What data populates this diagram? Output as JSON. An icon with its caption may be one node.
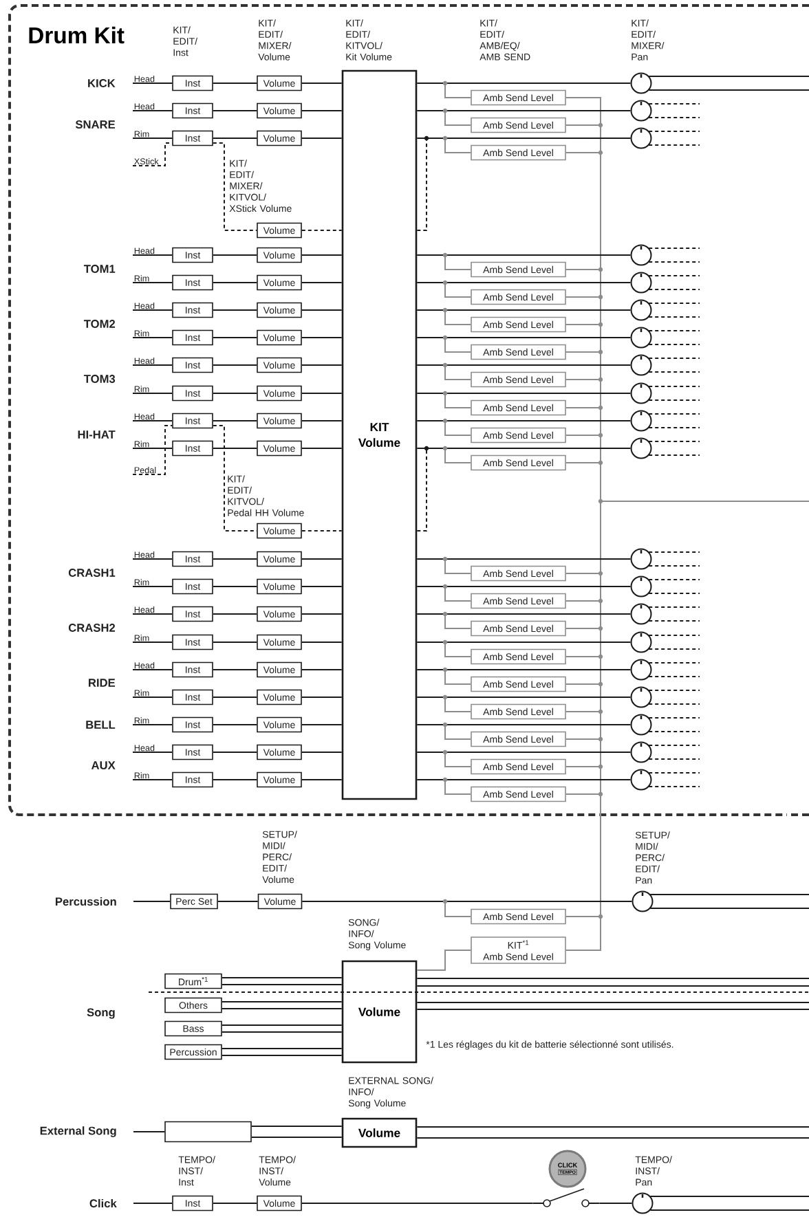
{
  "diagram": {
    "nodes": [
      {
        "text": [
          "Drum Kit"
        ]
      },
      {
        "text": [
          "KIT Volume"
        ],
        "in": 0
      },
      {
        "text": [
          "Head"
        ],
        "in": 0
      },
      {
        "text": [
          "Inst"
        ],
        "in": 0
      },
      {
        "text": [
          "Volume"
        ],
        "in": 0
      },
      {
        "text": [
          "Amb Send Level"
        ],
        "in": 0
      },
      {
        "text": [],
        "shape": "circle",
        "in": 0
      },
      {
        "text": [
          "Head"
        ],
        "in": 0
      },
      {
        "text": [
          "Inst"
        ],
        "in": 0
      },
      {
        "text": [
          "Volume"
        ],
        "in": 0
      },
      {
        "text": [
          "Amb Send Level"
        ],
        "in": 0
      },
      {
        "text": [],
        "shape": "circle",
        "in": 0
      },
      {
        "text": [
          "Rim"
        ],
        "in": 0
      },
      {
        "text": [
          "Inst"
        ],
        "in": 0
      },
      {
        "text": [
          "Volume"
        ],
        "in": 0
      },
      {
        "text": [
          "Amb Send Level"
        ],
        "in": 0
      },
      {
        "text": [],
        "shape": "circle",
        "in": 0
      },
      {
        "text": [
          "Head"
        ],
        "in": 0
      },
      {
        "text": [
          "Inst"
        ],
        "in": 0
      },
      {
        "text": [
          "Volume"
        ],
        "in": 0
      },
      {
        "text": [
          "Amb Send Level"
        ],
        "in": 0
      },
      {
        "text": [],
        "shape": "circle",
        "in": 0
      },
      {
        "text": [
          "Rim"
        ],
        "in": 0
      },
      {
        "text": [
          "Inst"
        ],
        "in": 0
      },
      {
        "text": [
          "Volume"
        ],
        "in": 0
      },
      {
        "text": [
          "Amb Send Level"
        ],
        "in": 0
      },
      {
        "text": [],
        "shape": "circle",
        "in": 0
      },
      {
        "text": [
          "Head"
        ],
        "in": 0
      },
      {
        "text": [
          "Inst"
        ],
        "in": 0
      },
      {
        "text": [
          "Volume"
        ],
        "in": 0
      },
      {
        "text": [
          "Amb Send Level"
        ],
        "in": 0
      },
      {
        "text": [],
        "shape": "circle",
        "in": 0
      },
      {
        "text": [
          "Rim"
        ],
        "in": 0
      },
      {
        "text": [
          "Inst"
        ],
        "in": 0
      },
      {
        "text": [
          "Volume"
        ],
        "in": 0
      },
      {
        "text": [
          "Amb Send Level"
        ],
        "in": 0
      },
      {
        "text": [],
        "shape": "circle",
        "in": 0
      },
      {
        "text": [
          "Head"
        ],
        "in": 0
      },
      {
        "text": [
          "Inst"
        ],
        "in": 0
      },
      {
        "text": [
          "Volume"
        ],
        "in": 0
      },
      {
        "text": [
          "Amb Send Level"
        ],
        "in": 0
      },
      {
        "text": [],
        "shape": "circle",
        "in": 0
      },
      {
        "text": [
          "Rim"
        ],
        "in": 0
      },
      {
        "text": [
          "Inst"
        ],
        "in": 0
      },
      {
        "text": [
          "Volume"
        ],
        "in": 0
      },
      {
        "text": [
          "Amb Send Level"
        ],
        "in": 0
      },
      {
        "text": [],
        "shape": "circle",
        "in": 0
      },
      {
        "text": [
          "Head"
        ],
        "in": 0
      },
      {
        "text": [
          "Inst"
        ],
        "in": 0
      },
      {
        "text": [
          "Volume"
        ],
        "in": 0
      },
      {
        "text": [
          "Amb Send Level"
        ],
        "in": 0
      },
      {
        "text": [],
        "shape": "circle",
        "in": 0
      },
      {
        "text": [
          "Rim"
        ],
        "in": 0
      },
      {
        "text": [
          "Inst"
        ],
        "in": 0
      },
      {
        "text": [
          "Volume"
        ],
        "in": 0
      },
      {
        "text": [
          "Amb Send Level"
        ],
        "in": 0
      },
      {
        "text": [],
        "shape": "circle",
        "in": 0
      },
      {
        "text": [
          "Head"
        ],
        "in": 0
      },
      {
        "text": [
          "Inst"
        ],
        "in": 0
      },
      {
        "text": [
          "Volume"
        ],
        "in": 0
      },
      {
        "text": [
          "Amb Send Level"
        ],
        "in": 0
      },
      {
        "text": [],
        "shape": "circle",
        "in": 0
      },
      {
        "text": [
          "Rim"
        ],
        "in": 0
      },
      {
        "text": [
          "Inst"
        ],
        "in": 0
      },
      {
        "text": [
          "Volume"
        ],
        "in": 0
      },
      {
        "text": [
          "Amb Send Level"
        ],
        "in": 0
      },
      {
        "text": [],
        "shape": "circle",
        "in": 0
      },
      {
        "text": [
          "Head"
        ],
        "in": 0
      },
      {
        "text": [
          "Inst"
        ],
        "in": 0
      },
      {
        "text": [
          "Volume"
        ],
        "in": 0
      },
      {
        "text": [
          "Amb Send Level"
        ],
        "in": 0
      },
      {
        "text": [],
        "shape": "circle",
        "in": 0
      },
      {
        "text": [
          "Rim"
        ],
        "in": 0
      },
      {
        "text": [
          "Inst"
        ],
        "in": 0
      },
      {
        "text": [
          "Volume"
        ],
        "in": 0
      },
      {
        "text": [
          "Amb Send Level"
        ],
        "in": 0
      },
      {
        "text": [],
        "shape": "circle",
        "in": 0
      },
      {
        "text": [
          "Head"
        ],
        "in": 0
      },
      {
        "text": [
          "Inst"
        ],
        "in": 0
      },
      {
        "text": [
          "Volume"
        ],
        "in": 0
      },
      {
        "text": [
          "Amb Send Level"
        ],
        "in": 0
      },
      {
        "text": [],
        "shape": "circle",
        "in": 0
      },
      {
        "text": [
          "Rim"
        ],
        "in": 0
      },
      {
        "text": [
          "Inst"
        ],
        "in": 0
      },
      {
        "text": [
          "Volume"
        ],
        "in": 0
      },
      {
        "text": [
          "Amb Send Level"
        ],
        "in": 0
      },
      {
        "text": [],
        "shape": "circle",
        "in": 0
      },
      {
        "text": [
          "Rim"
        ],
        "in": 0
      },
      {
        "text": [
          "Inst"
        ],
        "in": 0
      },
      {
        "text": [
          "Volume"
        ],
        "in": 0
      },
      {
        "text": [
          "Amb Send Level"
        ],
        "in": 0
      },
      {
        "text": [],
        "shape": "circle",
        "in": 0
      },
      {
        "text": [
          "Head"
        ],
        "in": 0
      },
      {
        "text": [
          "Inst"
        ],
        "in": 0
      },
      {
        "text": [
          "Volume"
        ],
        "in": 0
      },
      {
        "text": [
          "Amb Send Level"
        ],
        "in": 0
      },
      {
        "text": [],
        "shape": "circle",
        "in": 0
      },
      {
        "text": [
          "Rim"
        ],
        "in": 0
      },
      {
        "text": [
          "Inst"
        ],
        "in": 0
      },
      {
        "text": [
          "Volume"
        ],
        "in": 0
      },
      {
        "text": [
          "Amb Send Level"
        ],
        "in": 0
      },
      {
        "text": [],
        "shape": "circle",
        "in": 0
      },
      {
        "text": [
          "XStick"
        ],
        "in": 0
      },
      {
        "text": [
          "Volume"
        ],
        "in": 0
      },
      {
        "text": [
          "Pedal"
        ],
        "in": 0
      },
      {
        "text": [
          "Volume"
        ],
        "in": 0
      },
      {
        "text": [
          "Percussion"
        ]
      },
      {
        "text": [
          "Perc Set"
        ]
      },
      {
        "text": [
          "Volume"
        ]
      },
      {
        "text": [
          "Amb Send Level"
        ]
      },
      {
        "text": [],
        "shape": "circle"
      },
      {
        "text": [
          "Drum$^{*1}$"
        ]
      },
      {
        "text": [
          "Others"
        ]
      },
      {
        "text": [
          "Bass"
        ]
      },
      {
        "text": [
          "Percussion"
        ]
      },
      {
        "text": [
          "Volume"
        ]
      },
      {
        "text": [
          "KIT$^{*1}$",
          "Amb Send Level"
        ]
      },
      {
        "text": [
          "External Song"
        ]
      },
      {
        "text": [],
        "shape": "box"
      },
      {
        "text": [
          "Volume"
        ]
      },
      {
        "text": [
          "Click"
        ]
      },
      {
        "text": [
          "Inst"
        ]
      },
      {
        "text": [
          "Volume"
        ]
      },
      {
        "text": [],
        "shape": "switch"
      },
      {
        "text": [
          "CLICK",
          "TEMPO"
        ]
      },
      {
        "text": [],
        "shape": "circle"
      }
    ],
    "edges": [
      {
        "from": 2,
        "to": 3,
        "arrow": "none"
      },
      {
        "from": 3,
        "to": 4,
        "arrow": "none"
      },
      {
        "from": 4,
        "to": 1,
        "arrow": "none"
      },
      {
        "from": 1,
        "to": 6,
        "arrow": "none"
      },
      {
        "from": 1,
        "to": 5,
        "arrow": "none",
        "color": "#8c8c8c"
      },
      {
        "from": 5,
        "to": null,
        "arrow": "none",
        "color": "#8c8c8c"
      },
      {
        "from": 6,
        "to": null,
        "arrow": "none"
      },
      {
        "from": 6,
        "to": null,
        "arrow": "none"
      },
      {
        "from": 7,
        "to": 8,
        "arrow": "none"
      },
      {
        "from": 8,
        "to": 9,
        "arrow": "none"
      },
      {
        "from": 9,
        "to": 1,
        "arrow": "none"
      },
      {
        "from": 1,
        "to": 11,
        "arrow": "none"
      },
      {
        "from": 1,
        "to": 10,
        "arrow": "none",
        "color": "#8c8c8c"
      },
      {
        "from": 10,
        "to": null,
        "arrow": "none",
        "color": "#8c8c8c"
      },
      {
        "from": 11,
        "to": null,
        "arrow": "none",
        "style": "dashed"
      },
      {
        "from": 11,
        "to": null,
        "arrow": "none",
        "style": "dashed"
      },
      {
        "from": 12,
        "to": 13,
        "arrow": "none"
      },
      {
        "from": 13,
        "to": 14,
        "arrow": "none"
      },
      {
        "from": 14,
        "to": 1,
        "arrow": "none"
      },
      {
        "from": 1,
        "to": 16,
        "arrow": "none"
      },
      {
        "from": 1,
        "to": 15,
        "arrow": "none",
        "color": "#8c8c8c"
      },
      {
        "from": 15,
        "to": null,
        "arrow": "none",
        "color": "#8c8c8c"
      },
      {
        "from": 16,
        "to": null,
        "arrow": "none",
        "style": "dashed"
      },
      {
        "from": 16,
        "to": null,
        "arrow": "none",
        "style": "dashed"
      },
      {
        "from": 17,
        "to": 18,
        "arrow": "none"
      },
      {
        "from": 18,
        "to": 19,
        "arrow": "none"
      },
      {
        "from": 19,
        "to": 1,
        "arrow": "none"
      },
      {
        "from": 1,
        "to": 21,
        "arrow": "none"
      },
      {
        "from": 1,
        "to": 20,
        "arrow": "none",
        "color": "#8c8c8c"
      },
      {
        "from": 20,
        "to": null,
        "arrow": "none",
        "color": "#8c8c8c"
      },
      {
        "from": 21,
        "to": null,
        "arrow": "none",
        "style": "dashed"
      },
      {
        "from": 21,
        "to": null,
        "arrow": "none",
        "style": "dashed"
      },
      {
        "from": 22,
        "to": 23,
        "arrow": "none"
      },
      {
        "from": 23,
        "to": 24,
        "arrow": "none"
      },
      {
        "from": 24,
        "to": 1,
        "arrow": "none"
      },
      {
        "from": 1,
        "to": 26,
        "arrow": "none"
      },
      {
        "from": 1,
        "to": 25,
        "arrow": "none",
        "color": "#8c8c8c"
      },
      {
        "from": 25,
        "to": null,
        "arrow": "none",
        "color": "#8c8c8c"
      },
      {
        "from": 26,
        "to": null,
        "arrow": "none",
        "style": "dashed"
      },
      {
        "from": 26,
        "to": null,
        "arrow": "none",
        "style": "dashed"
      },
      {
        "from": 27,
        "to": 28,
        "arrow": "none"
      },
      {
        "from": 28,
        "to": 29,
        "arrow": "none"
      },
      {
        "from": 29,
        "to": 1,
        "arrow": "none"
      },
      {
        "from": 1,
        "to": 31,
        "arrow": "none"
      },
      {
        "from": 1,
        "to": 30,
        "arrow": "none",
        "color": "#8c8c8c"
      },
      {
        "from": 30,
        "to": null,
        "arrow": "none",
        "color": "#8c8c8c"
      },
      {
        "from": 31,
        "to": null,
        "arrow": "none",
        "style": "dashed"
      },
      {
        "from": 31,
        "to": null,
        "arrow": "none",
        "style": "dashed"
      },
      {
        "from": 32,
        "to": 33,
        "arrow": "none"
      },
      {
        "from": 33,
        "to": 34,
        "arrow": "none"
      },
      {
        "from": 34,
        "to": 1,
        "arrow": "none"
      },
      {
        "from": 1,
        "to": 36,
        "arrow": "none"
      },
      {
        "from": 1,
        "to": 35,
        "arrow": "none",
        "color": "#8c8c8c"
      },
      {
        "from": 35,
        "to": null,
        "arrow": "none",
        "color": "#8c8c8c"
      },
      {
        "from": 36,
        "to": null,
        "arrow": "none",
        "style": "dashed"
      },
      {
        "from": 36,
        "to": null,
        "arrow": "none",
        "style": "dashed"
      },
      {
        "from": 37,
        "to": 38,
        "arrow": "none"
      },
      {
        "from": 38,
        "to": 39,
        "arrow": "none"
      },
      {
        "from": 39,
        "to": 1,
        "arrow": "none"
      },
      {
        "from": 1,
        "to": 41,
        "arrow": "none"
      },
      {
        "from": 1,
        "to": 40,
        "arrow": "none",
        "color": "#8c8c8c"
      },
      {
        "from": 40,
        "to": null,
        "arrow": "none",
        "color": "#8c8c8c"
      },
      {
        "from": 41,
        "to": null,
        "arrow": "none",
        "style": "dashed"
      },
      {
        "from": 41,
        "to": null,
        "arrow": "none",
        "style": "dashed"
      },
      {
        "from": 42,
        "to": 43,
        "arrow": "none"
      },
      {
        "from": 43,
        "to": 44,
        "arrow": "none"
      },
      {
        "from": 44,
        "to": 1,
        "arrow": "none"
      },
      {
        "from": 1,
        "to": 46,
        "arrow": "none"
      },
      {
        "from": 1,
        "to": 45,
        "arrow": "none",
        "color": "#8c8c8c"
      },
      {
        "from": 45,
        "to": null,
        "arrow": "none",
        "color": "#8c8c8c"
      },
      {
        "from": 46,
        "to": null,
        "arrow": "none",
        "style": "dashed"
      },
      {
        "from": 46,
        "to": null,
        "arrow": "none",
        "style": "dashed"
      },
      {
        "from": 47,
        "to": 48,
        "arrow": "none"
      },
      {
        "from": 48,
        "to": 49,
        "arrow": "none"
      },
      {
        "from": 49,
        "to": 1,
        "arrow": "none"
      },
      {
        "from": 1,
        "to": 51,
        "arrow": "none"
      },
      {
        "from": 1,
        "to": 50,
        "arrow": "none",
        "color": "#8c8c8c"
      },
      {
        "from": 50,
        "to": null,
        "arrow": "none",
        "color": "#8c8c8c"
      },
      {
        "from": 51,
        "to": null,
        "arrow": "none",
        "style": "dashed"
      },
      {
        "from": 51,
        "to": null,
        "arrow": "none",
        "style": "dashed"
      },
      {
        "from": 52,
        "to": 53,
        "arrow": "none"
      },
      {
        "from": 53,
        "to": 54,
        "arrow": "none"
      },
      {
        "from": 54,
        "to": 1,
        "arrow": "none"
      },
      {
        "from": 1,
        "to": 56,
        "arrow": "none"
      },
      {
        "from": 1,
        "to": 55,
        "arrow": "none",
        "color": "#8c8c8c"
      },
      {
        "from": 55,
        "to": null,
        "arrow": "none",
        "color": "#8c8c8c"
      },
      {
        "from": 56,
        "to": null,
        "arrow": "none",
        "style": "dashed"
      },
      {
        "from": 56,
        "to": null,
        "arrow": "none",
        "style": "dashed"
      },
      {
        "from": 57,
        "to": 58,
        "arrow": "none"
      },
      {
        "from": 58,
        "to": 59,
        "arrow": "none"
      },
      {
        "from": 59,
        "to": 1,
        "arrow": "none"
      },
      {
        "from": 1,
        "to": 61,
        "arrow": "none"
      },
      {
        "from": 1,
        "to": 60,
        "arrow": "none",
        "color": "#8c8c8c"
      },
      {
        "from": 60,
        "to": null,
        "arrow": "none",
        "color": "#8c8c8c"
      },
      {
        "from": 61,
        "to": null,
        "arrow": "none",
        "style": "dashed"
      },
      {
        "from": 61,
        "to": null,
        "arrow": "none",
        "style": "dashed"
      },
      {
        "from": 62,
        "to": 63,
        "arrow": "none"
      },
      {
        "from": 63,
        "to": 64,
        "arrow": "none"
      },
      {
        "from": 64,
        "to": 1,
        "arrow": "none"
      },
      {
        "from": 1,
        "to": 66,
        "arrow": "none"
      },
      {
        "from": 1,
        "to": 65,
        "arrow": "none",
        "color": "#8c8c8c"
      },
      {
        "from": 65,
        "to": null,
        "arrow": "none",
        "color": "#8c8c8c"
      },
      {
        "from": 66,
        "to": null,
        "arrow": "none",
        "style": "dashed"
      },
      {
        "from": 66,
        "to": null,
        "arrow": "none",
        "style": "dashed"
      },
      {
        "from": 67,
        "to": 68,
        "arrow": "none"
      },
      {
        "from": 68,
        "to": 69,
        "arrow": "none"
      },
      {
        "from": 69,
        "to": 1,
        "arrow": "none"
      },
      {
        "from": 1,
        "to": 71,
        "arrow": "none"
      },
      {
        "from": 1,
        "to": 70,
        "arrow": "none",
        "color": "#8c8c8c"
      },
      {
        "from": 70,
        "to": null,
        "arrow": "none",
        "color": "#8c8c8c"
      },
      {
        "from": 71,
        "to": null,
        "arrow": "none",
        "style": "dashed"
      },
      {
        "from": 71,
        "to": null,
        "arrow": "none",
        "style": "dashed"
      },
      {
        "from": 72,
        "to": 73,
        "arrow": "none"
      },
      {
        "from": 73,
        "to": 74,
        "arrow": "none"
      },
      {
        "from": 74,
        "to": 1,
        "arrow": "none"
      },
      {
        "from": 1,
        "to": 76,
        "arrow": "none"
      },
      {
        "from": 1,
        "to": 75,
        "arrow": "none",
        "color": "#8c8c8c"
      },
      {
        "from": 75,
        "to": null,
        "arrow": "none",
        "color": "#8c8c8c"
      },
      {
        "from": 76,
        "to": null,
        "arrow": "none",
        "style": "dashed"
      },
      {
        "from": 76,
        "to": null,
        "arrow": "none",
        "style": "dashed"
      },
      {
        "from": 77,
        "to": 78,
        "arrow": "none"
      },
      {
        "from": 78,
        "to": 79,
        "arrow": "none"
      },
      {
        "from": 79,
        "to": 1,
        "arrow": "none"
      },
      {
        "from": 1,
        "to": 81,
        "arrow": "none"
      },
      {
        "from": 1,
        "to": 80,
        "arrow": "none",
        "color": "#8c8c8c"
      },
      {
        "from": 80,
        "to": null,
        "arrow": "none",
        "color": "#8c8c8c"
      },
      {
        "from": 81,
        "to": null,
        "arrow": "none",
        "style": "dashed"
      },
      {
        "from": 81,
        "to": null,
        "arrow": "none",
        "style": "dashed"
      },
      {
        "from": 82,
        "to": 83,
        "arrow": "none"
      },
      {
        "from": 83,
        "to": 84,
        "arrow": "none"
      },
      {
        "from": 84,
        "to": 1,
        "arrow": "none"
      },
      {
        "from": 1,
        "to": 86,
        "arrow": "none"
      },
      {
        "from": 1,
        "to": 85,
        "arrow": "none",
        "color": "#8c8c8c"
      },
      {
        "from": 85,
        "to": null,
        "arrow": "none",
        "color": "#8c8c8c"
      },
      {
        "from": 86,
        "to": null,
        "arrow": "none",
        "style": "dashed"
      },
      {
        "from": 86,
        "to": null,
        "arrow": "none",
        "style": "dashed"
      },
      {
        "from": 87,
        "to": 88,
        "arrow": "none"
      },
      {
        "from": 88,
        "to": 89,
        "arrow": "none"
      },
      {
        "from": 89,
        "to": 1,
        "arrow": "none"
      },
      {
        "from": 1,
        "to": 91,
        "arrow": "none"
      },
      {
        "from": 1,
        "to": 90,
        "arrow": "none",
        "color": "#8c8c8c"
      },
      {
        "from": 90,
        "to": null,
        "arrow": "none",
        "color": "#8c8c8c"
      },
      {
        "from": 91,
        "to": null,
        "arrow": "none",
        "style": "dashed"
      },
      {
        "from": 91,
        "to": null,
        "arrow": "none",
        "style": "dashed"
      },
      {
        "from": 92,
        "to": 93,
        "arrow": "none"
      },
      {
        "from": 93,
        "to": 94,
        "arrow": "none"
      },
      {
        "from": 94,
        "to": 1,
        "arrow": "none"
      },
      {
        "from": 1,
        "to": 96,
        "arrow": "none"
      },
      {
        "from": 1,
        "to": 95,
        "arrow": "none",
        "color": "#8c8c8c"
      },
      {
        "from": 95,
        "to": null,
        "arrow": "none",
        "color": "#8c8c8c"
      },
      {
        "from": 96,
        "to": null,
        "arrow": "none",
        "style": "dashed"
      },
      {
        "from": 96,
        "to": null,
        "arrow": "none",
        "style": "dashed"
      },
      {
        "from": 97,
        "to": 98,
        "arrow": "none"
      },
      {
        "from": 98,
        "to": 99,
        "arrow": "none"
      },
      {
        "from": 99,
        "to": 1,
        "arrow": "none"
      },
      {
        "from": 1,
        "to": 101,
        "arrow": "none"
      },
      {
        "from": 1,
        "to": 100,
        "arrow": "none",
        "color": "#8c8c8c"
      },
      {
        "from": 100,
        "to": null,
        "arrow": "none",
        "color": "#8c8c8c"
      },
      {
        "from": 101,
        "to": null,
        "arrow": "none",
        "style": "dashed"
      },
      {
        "from": 101,
        "to": null,
        "arrow": "none",
        "style": "dashed"
      },
      {
        "from": 102,
        "to": 13,
        "arrow": "none",
        "style": "dashed"
      },
      {
        "from": 13,
        "to": 103,
        "arrow": "none",
        "style": "dashed"
      },
      {
        "from": 103,
        "to": 1,
        "arrow": "none",
        "style": "dashed"
      },
      {
        "from": 1,
        "to": 16,
        "arrow": "none",
        "style": "dashed"
      },
      {
        "from": 104,
        "to": 48,
        "arrow": "none",
        "style": "dashed"
      },
      {
        "from": 48,
        "to": 105,
        "arrow": "none",
        "style": "dashed"
      },
      {
        "from": 105,
        "to": 1,
        "arrow": "none",
        "style": "dashed"
      },
      {
        "from": 1,
        "to": 56,
        "arrow": "none",
        "style": "dashed"
      },
      {
        "from": 106,
        "to": 107,
        "arrow": "none"
      },
      {
        "from": 107,
        "to": 108,
        "arrow": "none"
      },
      {
        "from": 108,
        "to": 110,
        "arrow": "none"
      },
      {
        "from": 108,
        "to": 109,
        "arrow": "none",
        "color": "#8c8c8c"
      },
      {
        "from": 109,
        "to": null,
        "arrow": "none",
        "color": "#8c8c8c"
      },
      {
        "from": 110,
        "to": null,
        "arrow": "none"
      },
      {
        "from": 110,
        "to": null,
        "arrow": "none"
      },
      {
        "from": 111,
        "to": 115,
        "arrow": "none"
      },
      {
        "from": 111,
        "to": 115,
        "arrow": "none"
      },
      {
        "from": 112,
        "to": 115,
        "arrow": "none"
      },
      {
        "from": 112,
        "to": 115,
        "arrow": "none"
      },
      {
        "from": 113,
        "to": 115,
        "arrow": "none"
      },
      {
        "from": 113,
        "to": 115,
        "arrow": "none"
      },
      {
        "from": 114,
        "to": 115,
        "arrow": "none"
      },
      {
        "from": 114,
        "to": 115,
        "arrow": "none"
      },
      {
        "from": 115,
        "to": 116,
        "arrow": "none",
        "color": "#8c8c8c"
      },
      {
        "from": 116,
        "to": null,
        "arrow": "none",
        "color": "#8c8c8c"
      },
      {
        "from": 115,
        "to": null,
        "arrow": "none"
      },
      {
        "from": 115,
        "to": null,
        "arrow": "none"
      },
      {
        "from": 115,
        "to": null,
        "arrow": "none"
      },
      {
        "from": 115,
        "to": null,
        "arrow": "none"
      },
      {
        "from": 117,
        "to": 118,
        "arrow": "none"
      },
      {
        "from": 118,
        "to": 119,
        "arrow": "none"
      },
      {
        "from": 118,
        "to": 119,
        "arrow": "none"
      },
      {
        "from": 119,
        "to": null,
        "arrow": "none"
      },
      {
        "from": 119,
        "to": null,
        "arrow": "none"
      },
      {
        "from": 120,
        "to": 121,
        "arrow": "none"
      },
      {
        "from": 121,
        "to": 122,
        "arrow": "none"
      },
      {
        "from": 122,
        "to": 123,
        "arrow": "none"
      },
      {
        "from": 123,
        "to": 125,
        "arrow": "none"
      },
      {
        "from": 125,
        "to": null,
        "arrow": "none"
      },
      {
        "from": 125,
        "to": null,
        "arrow": "none"
      }
    ],
    "labels": [
      "KIT/ EDIT/ Inst",
      "KIT/ EDIT/ MIXER/ Volume",
      "KIT/ EDIT/ KITVOL/ Kit Volume",
      "KIT/ EDIT/ AMB/EQ/ AMB SEND",
      "KIT/ EDIT/ MIXER/ Pan",
      "KICK",
      "SNARE",
      "KIT/ EDIT/ MIXER/ KITVOL/ XStick Volume",
      "TOM1",
      "TOM2",
      "TOM3",
      "HI-HAT",
      "KIT/ EDIT/ KITVOL/ Pedal HH Volume",
      "CRASH1",
      "CRASH2",
      "RIDE",
      "BELL",
      "AUX",
      "SETUP/ MIDI/ PERC/ EDIT/ Volume",
      "SETUP/ MIDI/ PERC/ EDIT/ Pan",
      "SONG/ INFO/ Song Volume",
      "Song",
      "*1 Les réglages du kit de batterie sélectionné sont utilisés.",
      "EXTERNAL SONG/ INFO/ Song Volume",
      "TEMPO/ INST/ Inst",
      "TEMPO/ INST/ Volume",
      "TEMPO/ INST/ Pan"
    ]
  }
}
